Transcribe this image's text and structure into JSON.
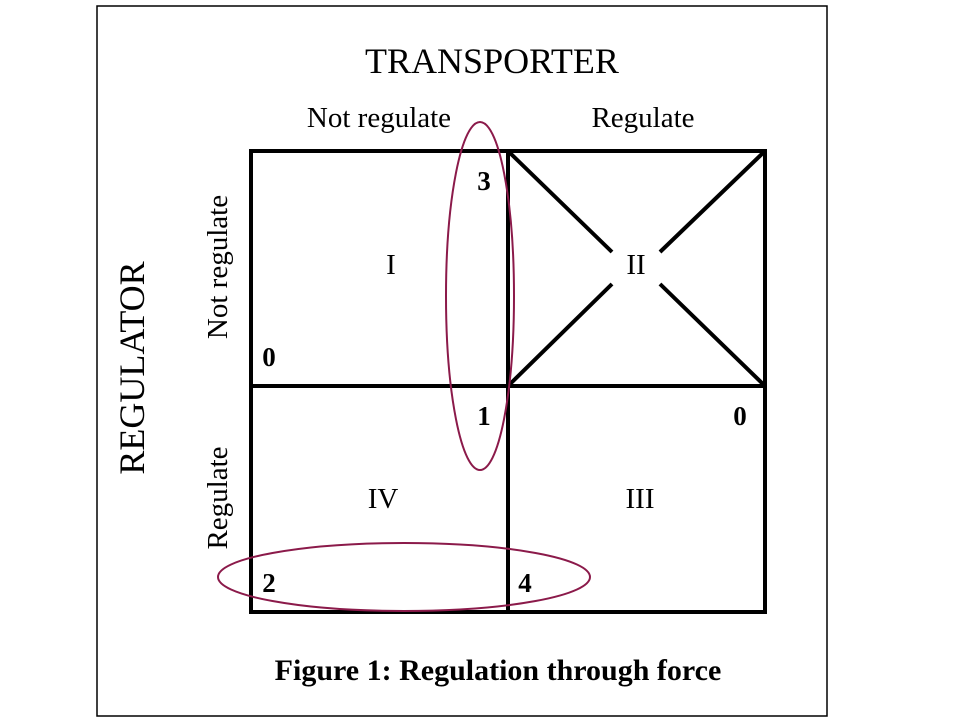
{
  "diagram": {
    "column_header": "TRANSPORTER",
    "row_header": "REGULATOR",
    "columns": [
      "Not regulate",
      "Regulate"
    ],
    "rows": [
      "Not regulate",
      "Regulate"
    ],
    "cells": [
      {
        "roman": "I",
        "regulator_payoff": "0",
        "transporter_payoff": "3"
      },
      {
        "roman": "II"
      },
      {
        "roman": "III",
        "transporter_payoff": "0"
      },
      {
        "roman": "IV",
        "regulator_payoff": "2",
        "transporter_payoff": "1",
        "extra_payoff": "4"
      }
    ],
    "caption": "Figure 1: Regulation through force"
  },
  "colors": {
    "ink": "#000000",
    "highlight": "#8b1a4a",
    "background": "#ffffff"
  }
}
